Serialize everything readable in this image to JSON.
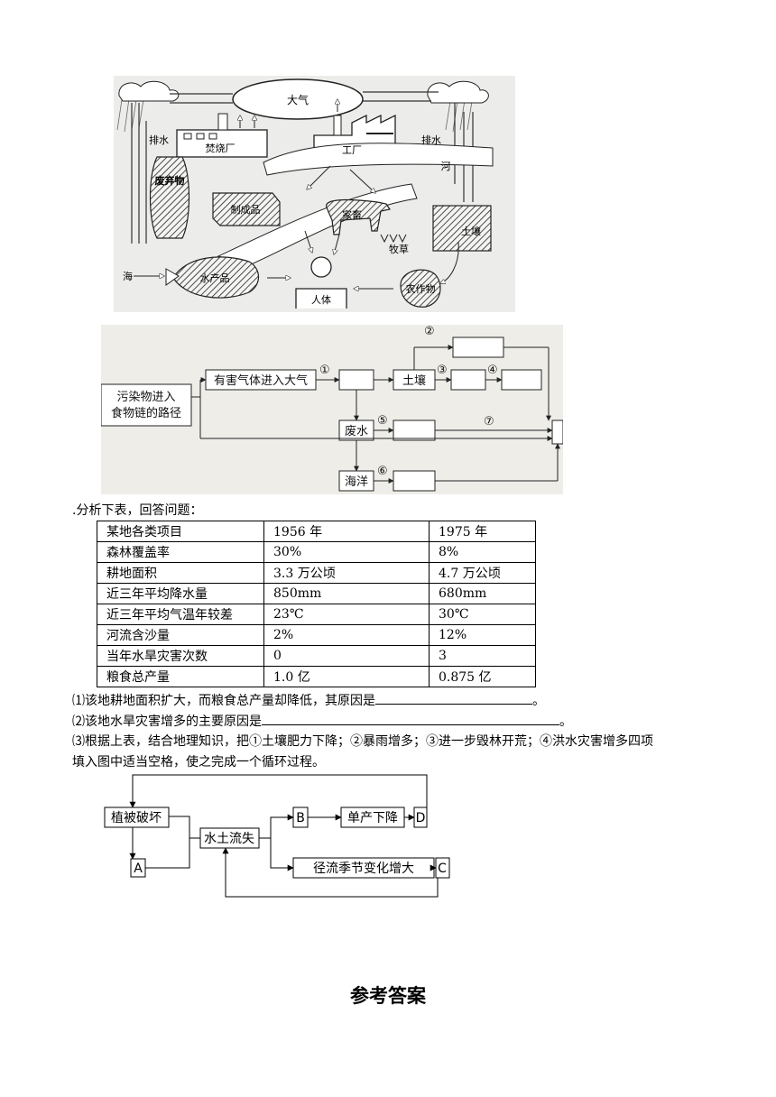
{
  "figure1": {
    "labels": {
      "atmosphere": "大气",
      "drain_left": "排水",
      "incinerator": "焚烧厂",
      "factory": "工厂",
      "drain_right": "排水",
      "river": "河",
      "waste": "废弃物",
      "products": "制成品",
      "livestock": "家畜",
      "pasture": "牧草",
      "soil": "土壤",
      "sea": "海",
      "aquatic": "水产品",
      "human": "人体",
      "crops": "农作物"
    }
  },
  "figure2": {
    "left_box": "污染物进入食物链的路径",
    "gas_box": "有害气体进入大气",
    "soil_box": "土壤",
    "waste_water_box": "废水",
    "ocean_box": "海洋",
    "numbers": [
      "①",
      "②",
      "③",
      "④",
      "⑤",
      "⑥",
      "⑦"
    ]
  },
  "question": {
    "intro": ".分析下表，回答问题：",
    "table": {
      "headers": [
        "某地各类项目",
        "1956 年",
        "1975 年"
      ],
      "rows": [
        [
          "森林覆盖率",
          "30%",
          "8%"
        ],
        [
          "耕地面积",
          "3.3 万公顷",
          "4.7 万公顷"
        ],
        [
          "近三年平均降水量",
          "850mm",
          "680mm"
        ],
        [
          "近三年平均气温年较差",
          "23℃",
          "30℃"
        ],
        [
          "河流含沙量",
          "2%",
          "12%"
        ],
        [
          "当年水旱灾害次数",
          "0",
          "3"
        ],
        [
          "粮食总产量",
          "1.0 亿",
          "0.875 亿"
        ]
      ]
    },
    "q1": "⑴该地耕地面积扩大，而粮食总产量却降低，其原因是",
    "q1_end": "。",
    "q2": "⑵该地水旱灾害增多的主要原因是",
    "q2_end": "。",
    "q3_line1": "⑶根据上表，结合地理知识，把①土壤肥力下降；②暴雨增多；③进一步毁林开荒；④洪水灾害增多四项",
    "q3_line2": "填入图中适当空格，使之完成一个循环过程。"
  },
  "cycle": {
    "veg": "植被破坏",
    "erosion": "水土流失",
    "A": "A",
    "B": "B",
    "yield": "单产下降",
    "D": "D",
    "runoff": "径流季节变化增大",
    "C": "C"
  },
  "answer_title": "参考答案"
}
